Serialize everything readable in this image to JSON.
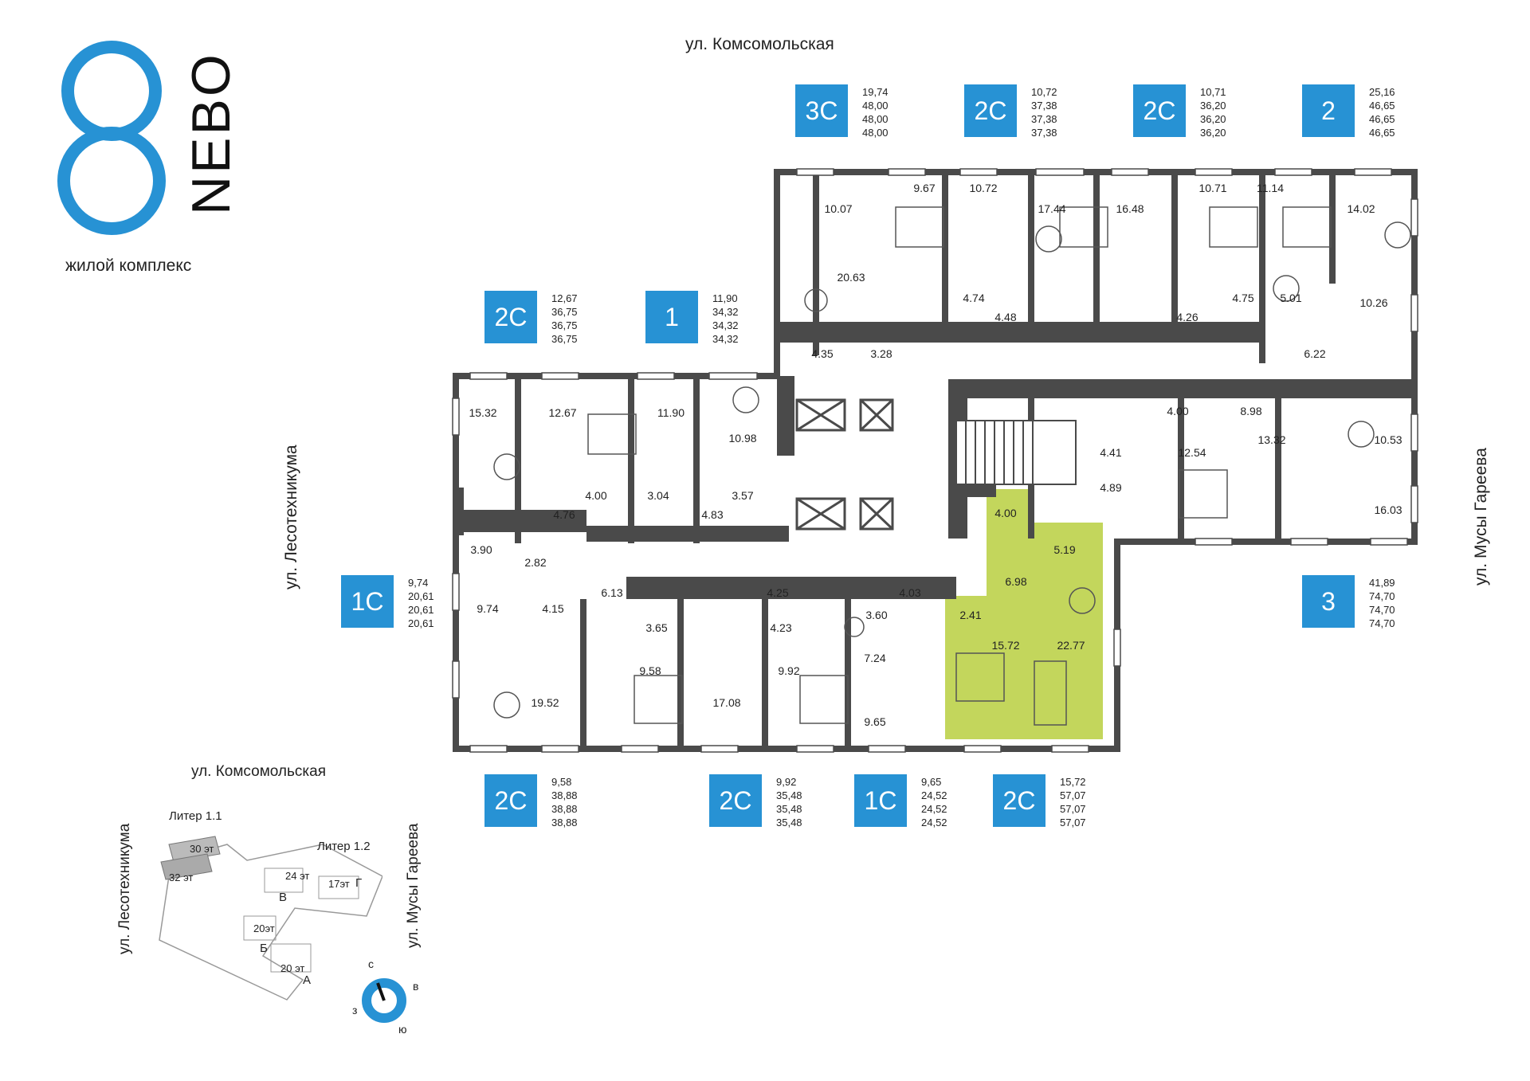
{
  "logo": {
    "title": "NEBO",
    "subtitle": "жилой комплекс",
    "color": "#2792d4"
  },
  "streets": {
    "top": "ул. Комсомольская",
    "left": "ул. Лесотехникума",
    "right": "ул. Мусы Гареева"
  },
  "apartments": [
    {
      "id": "3c-top",
      "type": "3С",
      "areas": [
        "19,74",
        "48,00",
        "48,00",
        "48,00"
      ]
    },
    {
      "id": "2c-top-a",
      "type": "2С",
      "areas": [
        "10,72",
        "37,38",
        "37,38",
        "37,38"
      ]
    },
    {
      "id": "2c-top-b",
      "type": "2С",
      "areas": [
        "10,71",
        "36,20",
        "36,20",
        "36,20"
      ]
    },
    {
      "id": "2-top",
      "type": "2",
      "areas": [
        "25,16",
        "46,65",
        "46,65",
        "46,65"
      ]
    },
    {
      "id": "2c-left",
      "type": "2С",
      "areas": [
        "12,67",
        "36,75",
        "36,75",
        "36,75"
      ]
    },
    {
      "id": "1-left",
      "type": "1",
      "areas": [
        "11,90",
        "34,32",
        "34,32",
        "34,32"
      ]
    },
    {
      "id": "1c-left",
      "type": "1С",
      "areas": [
        "9,74",
        "20,61",
        "20,61",
        "20,61"
      ]
    },
    {
      "id": "3-right",
      "type": "3",
      "areas": [
        "41,89",
        "74,70",
        "74,70",
        "74,70"
      ]
    },
    {
      "id": "2c-bottom-a",
      "type": "2С",
      "areas": [
        "9,58",
        "38,88",
        "38,88",
        "38,88"
      ]
    },
    {
      "id": "2c-bottom-b",
      "type": "2С",
      "areas": [
        "9,92",
        "35,48",
        "35,48",
        "35,48"
      ]
    },
    {
      "id": "1c-bottom",
      "type": "1С",
      "areas": [
        "9,65",
        "24,52",
        "24,52",
        "24,52"
      ]
    },
    {
      "id": "2c-bottom-c",
      "type": "2С",
      "areas": [
        "15,72",
        "57,07",
        "57,07",
        "57,07"
      ]
    }
  ],
  "rooms": [
    "10.07",
    "9.67",
    "10.72",
    "17.44",
    "16.48",
    "10.71",
    "11.14",
    "14.02",
    "20.63",
    "4.74",
    "4.48",
    "4.26",
    "4.75",
    "5.01",
    "10.26",
    "4.35",
    "3.28",
    "6.22",
    "15.32",
    "12.67",
    "11.90",
    "10.98",
    "4.00",
    "8.98",
    "4.41",
    "12.54",
    "13.32",
    "10.53",
    "4.89",
    "16.03",
    "4.00",
    "3.04",
    "3.57",
    "4.76",
    "4.83",
    "4.00",
    "5.19",
    "3.90",
    "2.82",
    "6.98",
    "6.13",
    "4.25",
    "4.03",
    "9.74",
    "4.15",
    "3.65",
    "4.23",
    "3.60",
    "2.41",
    "15.72",
    "22.77",
    "7.24",
    "9.58",
    "9.92",
    "19.52",
    "17.08",
    "9.65"
  ],
  "site_plan": {
    "street_top": "ул. Комсомольская",
    "street_left": "ул. Лесотехникума",
    "street_right": "ул. Мусы Гареева",
    "liter_1_1": "Литер 1.1",
    "liter_1_2": "Литер 1.2",
    "floors_30": "30 эт",
    "floors_32": "32 эт",
    "floors_24": "24 эт",
    "floors_17": "17эт",
    "floors_20a": "20эт",
    "floors_20b": "20 эт",
    "bld_v": "В",
    "bld_g": "Г",
    "bld_b": "Б",
    "bld_a": "А"
  },
  "compass": {
    "n": "с",
    "e": "в",
    "s": "ю",
    "w": "з"
  },
  "colors": {
    "accent": "#2792d4",
    "highlight": "#bcd24a",
    "wall": "#4a4a4a"
  }
}
